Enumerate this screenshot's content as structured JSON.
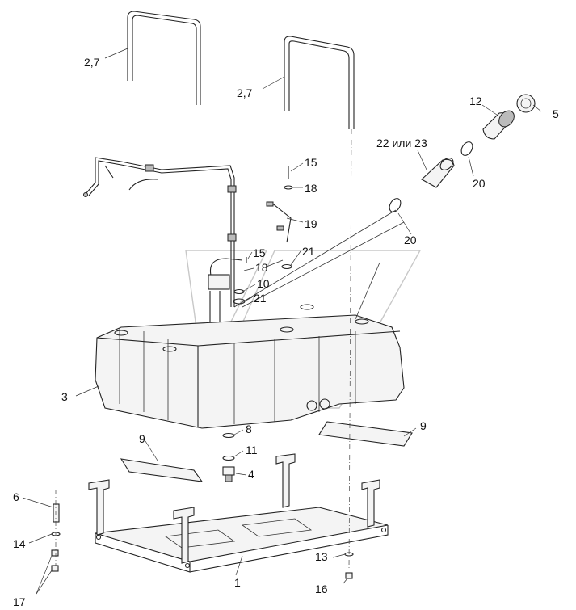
{
  "labels": {
    "p27a": "2,7",
    "p27b": "2,7",
    "p12": "12",
    "p5": "5",
    "p2223": "22 или 23",
    "p20a": "20",
    "p20b": "20",
    "p15a": "15",
    "p18a": "18",
    "p19": "19",
    "p15b": "15",
    "p21a": "21",
    "p18b": "18",
    "p10": "10",
    "p21b": "21",
    "p3": "3",
    "p9a": "9",
    "p9b": "9",
    "p8": "8",
    "p11": "11",
    "p4": "4",
    "p6": "6",
    "p14": "14",
    "p13": "13",
    "p1": "1",
    "p16": "16",
    "p17": "17"
  }
}
